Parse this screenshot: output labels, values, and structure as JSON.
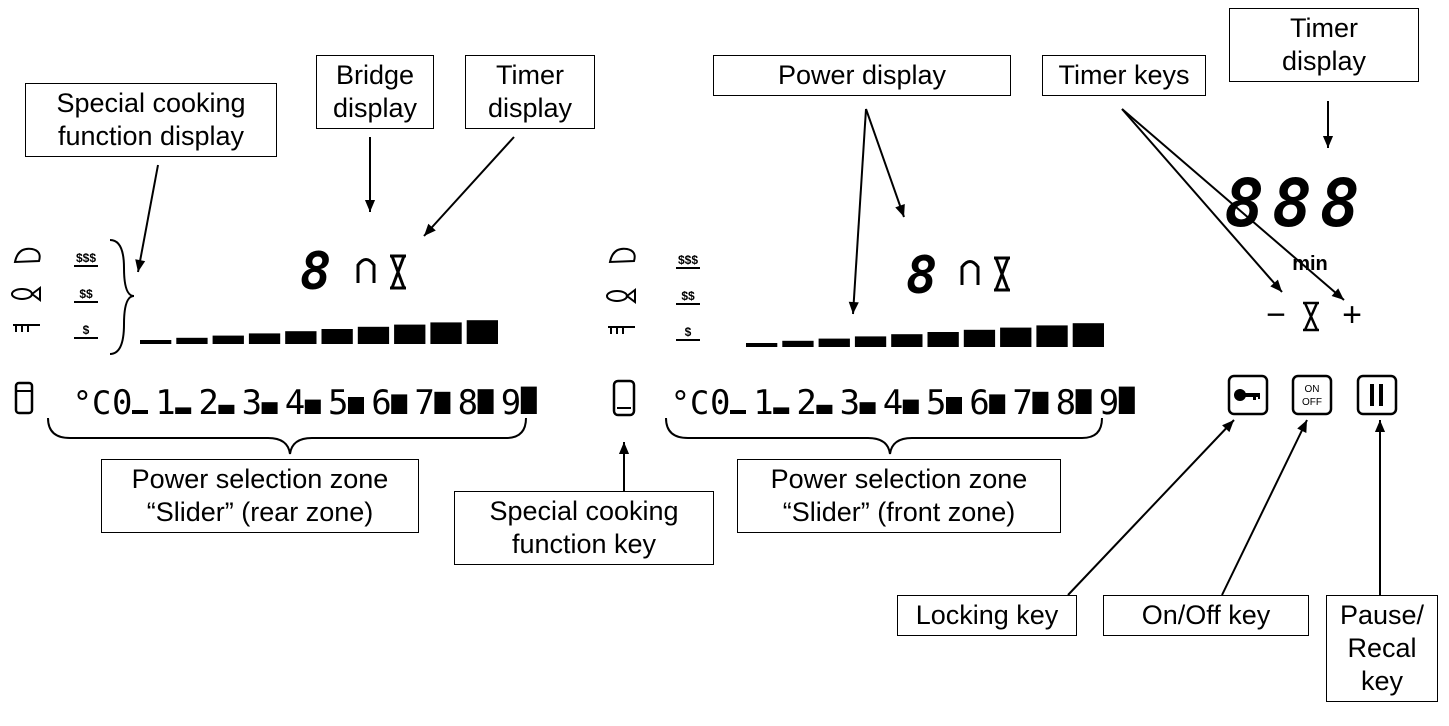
{
  "callouts": {
    "special_cooking_function_display": [
      "Special cooking",
      "function display"
    ],
    "bridge_display": [
      "Bridge",
      "display"
    ],
    "timer_display_left": [
      "Timer",
      "display"
    ],
    "power_display": [
      "Power display"
    ],
    "timer_keys": [
      "Timer keys"
    ],
    "timer_display_right": [
      "Timer",
      "display"
    ],
    "power_selection_rear": [
      "Power selection zone",
      "“Slider” (rear zone)"
    ],
    "special_cooking_function_key": [
      "Special cooking",
      "function key"
    ],
    "power_selection_front": [
      "Power selection zone",
      "“Slider” (front zone)"
    ],
    "locking_key": [
      "Locking key"
    ],
    "on_off_key": [
      "On/Off key"
    ],
    "pause_recal_key": [
      "Pause/",
      "Recal",
      "key"
    ]
  },
  "panel": {
    "zone_digit": "8",
    "timer_digits": "888",
    "timer_unit": "min",
    "timer_minus": "−",
    "timer_plus": "+",
    "temp_symbol": "°C",
    "power_levels": [
      "0",
      "1",
      "2",
      "3",
      "4",
      "5",
      "6",
      "7",
      "8",
      "9"
    ],
    "keep_warm_levels": [
      "$$$",
      "$$",
      "$"
    ],
    "on_off_label": [
      "ON",
      "OFF"
    ],
    "special_function_icons": [
      "meat-icon",
      "fish-icon",
      "grill-icon"
    ],
    "key_icons": [
      "key-icon",
      "pause-icon"
    ]
  }
}
